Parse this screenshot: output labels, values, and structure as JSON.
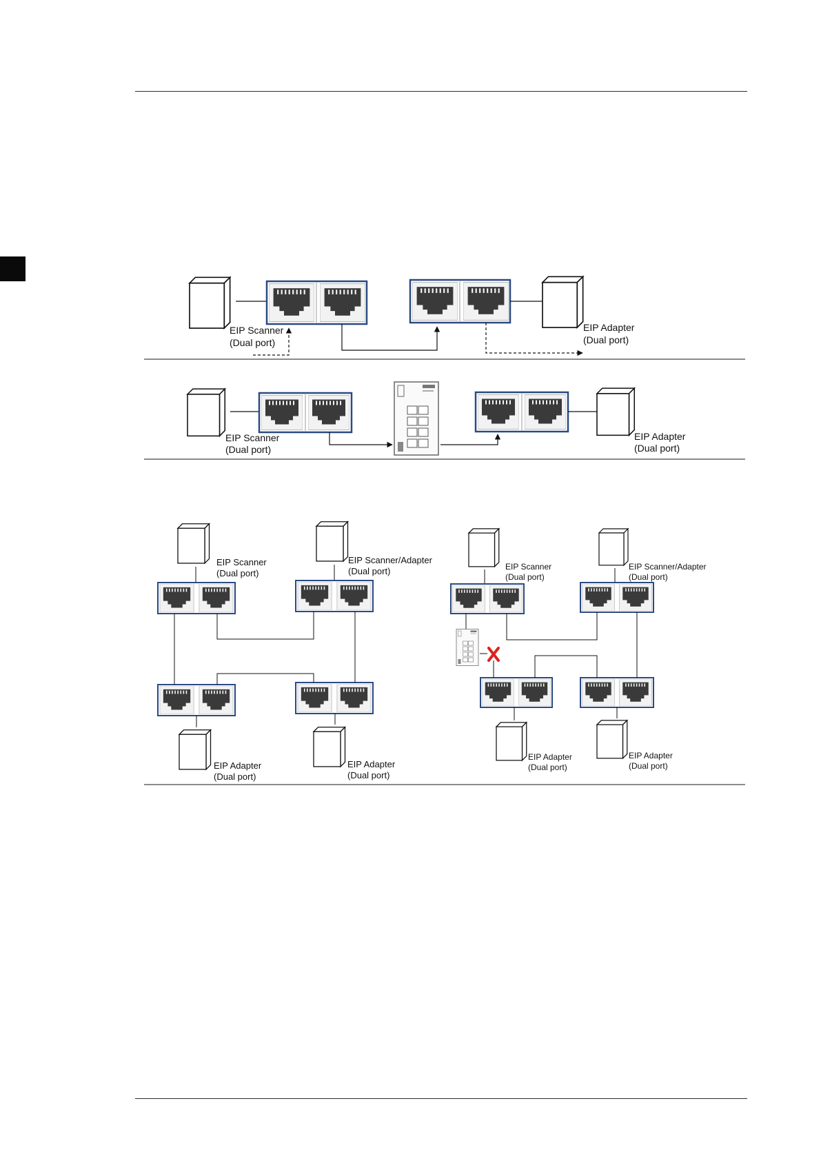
{
  "colors": {
    "frame": "#2a4a82",
    "jack": "#3a3a3a",
    "cross": "#e0201c",
    "rule": "#444444"
  },
  "labels": {
    "scanner": "EIP Scanner",
    "scanner_adapter": "EIP Scanner/Adapter",
    "adapter": "EIP Adapter",
    "dual_port": "(Dual port)"
  },
  "icons": [
    "device-box-icon",
    "rj45-port-icon",
    "ethernet-switch-icon",
    "red-x-icon"
  ]
}
